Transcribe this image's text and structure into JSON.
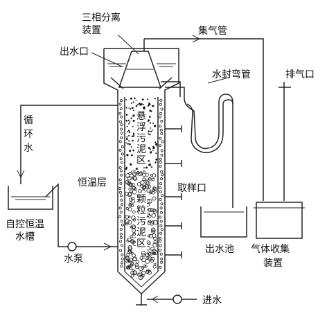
{
  "diagram": {
    "labels": {
      "three_phase_separator_line1": "三相分离",
      "three_phase_separator_line2": "装置",
      "gas_pipe": "集气管",
      "outlet": "出水口",
      "exhaust": "排气口",
      "water_seal_elbow": "水封弯管",
      "circulating_water": [
        "循",
        "环",
        "水"
      ],
      "constant_temp_layer": "恒温层",
      "sampling_port": "取样口",
      "thermo_tank_line1": "自控恒温",
      "thermo_tank_line2": "水槽",
      "pump": "水泵",
      "outlet_tank": "出水池",
      "gas_collector_line1": "气体收集",
      "gas_collector_line2": "装置",
      "inlet": "进水"
    },
    "zones": {
      "suspended_sludge": [
        "悬",
        "浮",
        "污",
        "泥",
        "区"
      ],
      "granular_sludge": [
        "颗",
        "粒",
        "污",
        "泥",
        "区"
      ]
    },
    "colors": {
      "line": "#222222",
      "background": "#ffffff"
    }
  }
}
